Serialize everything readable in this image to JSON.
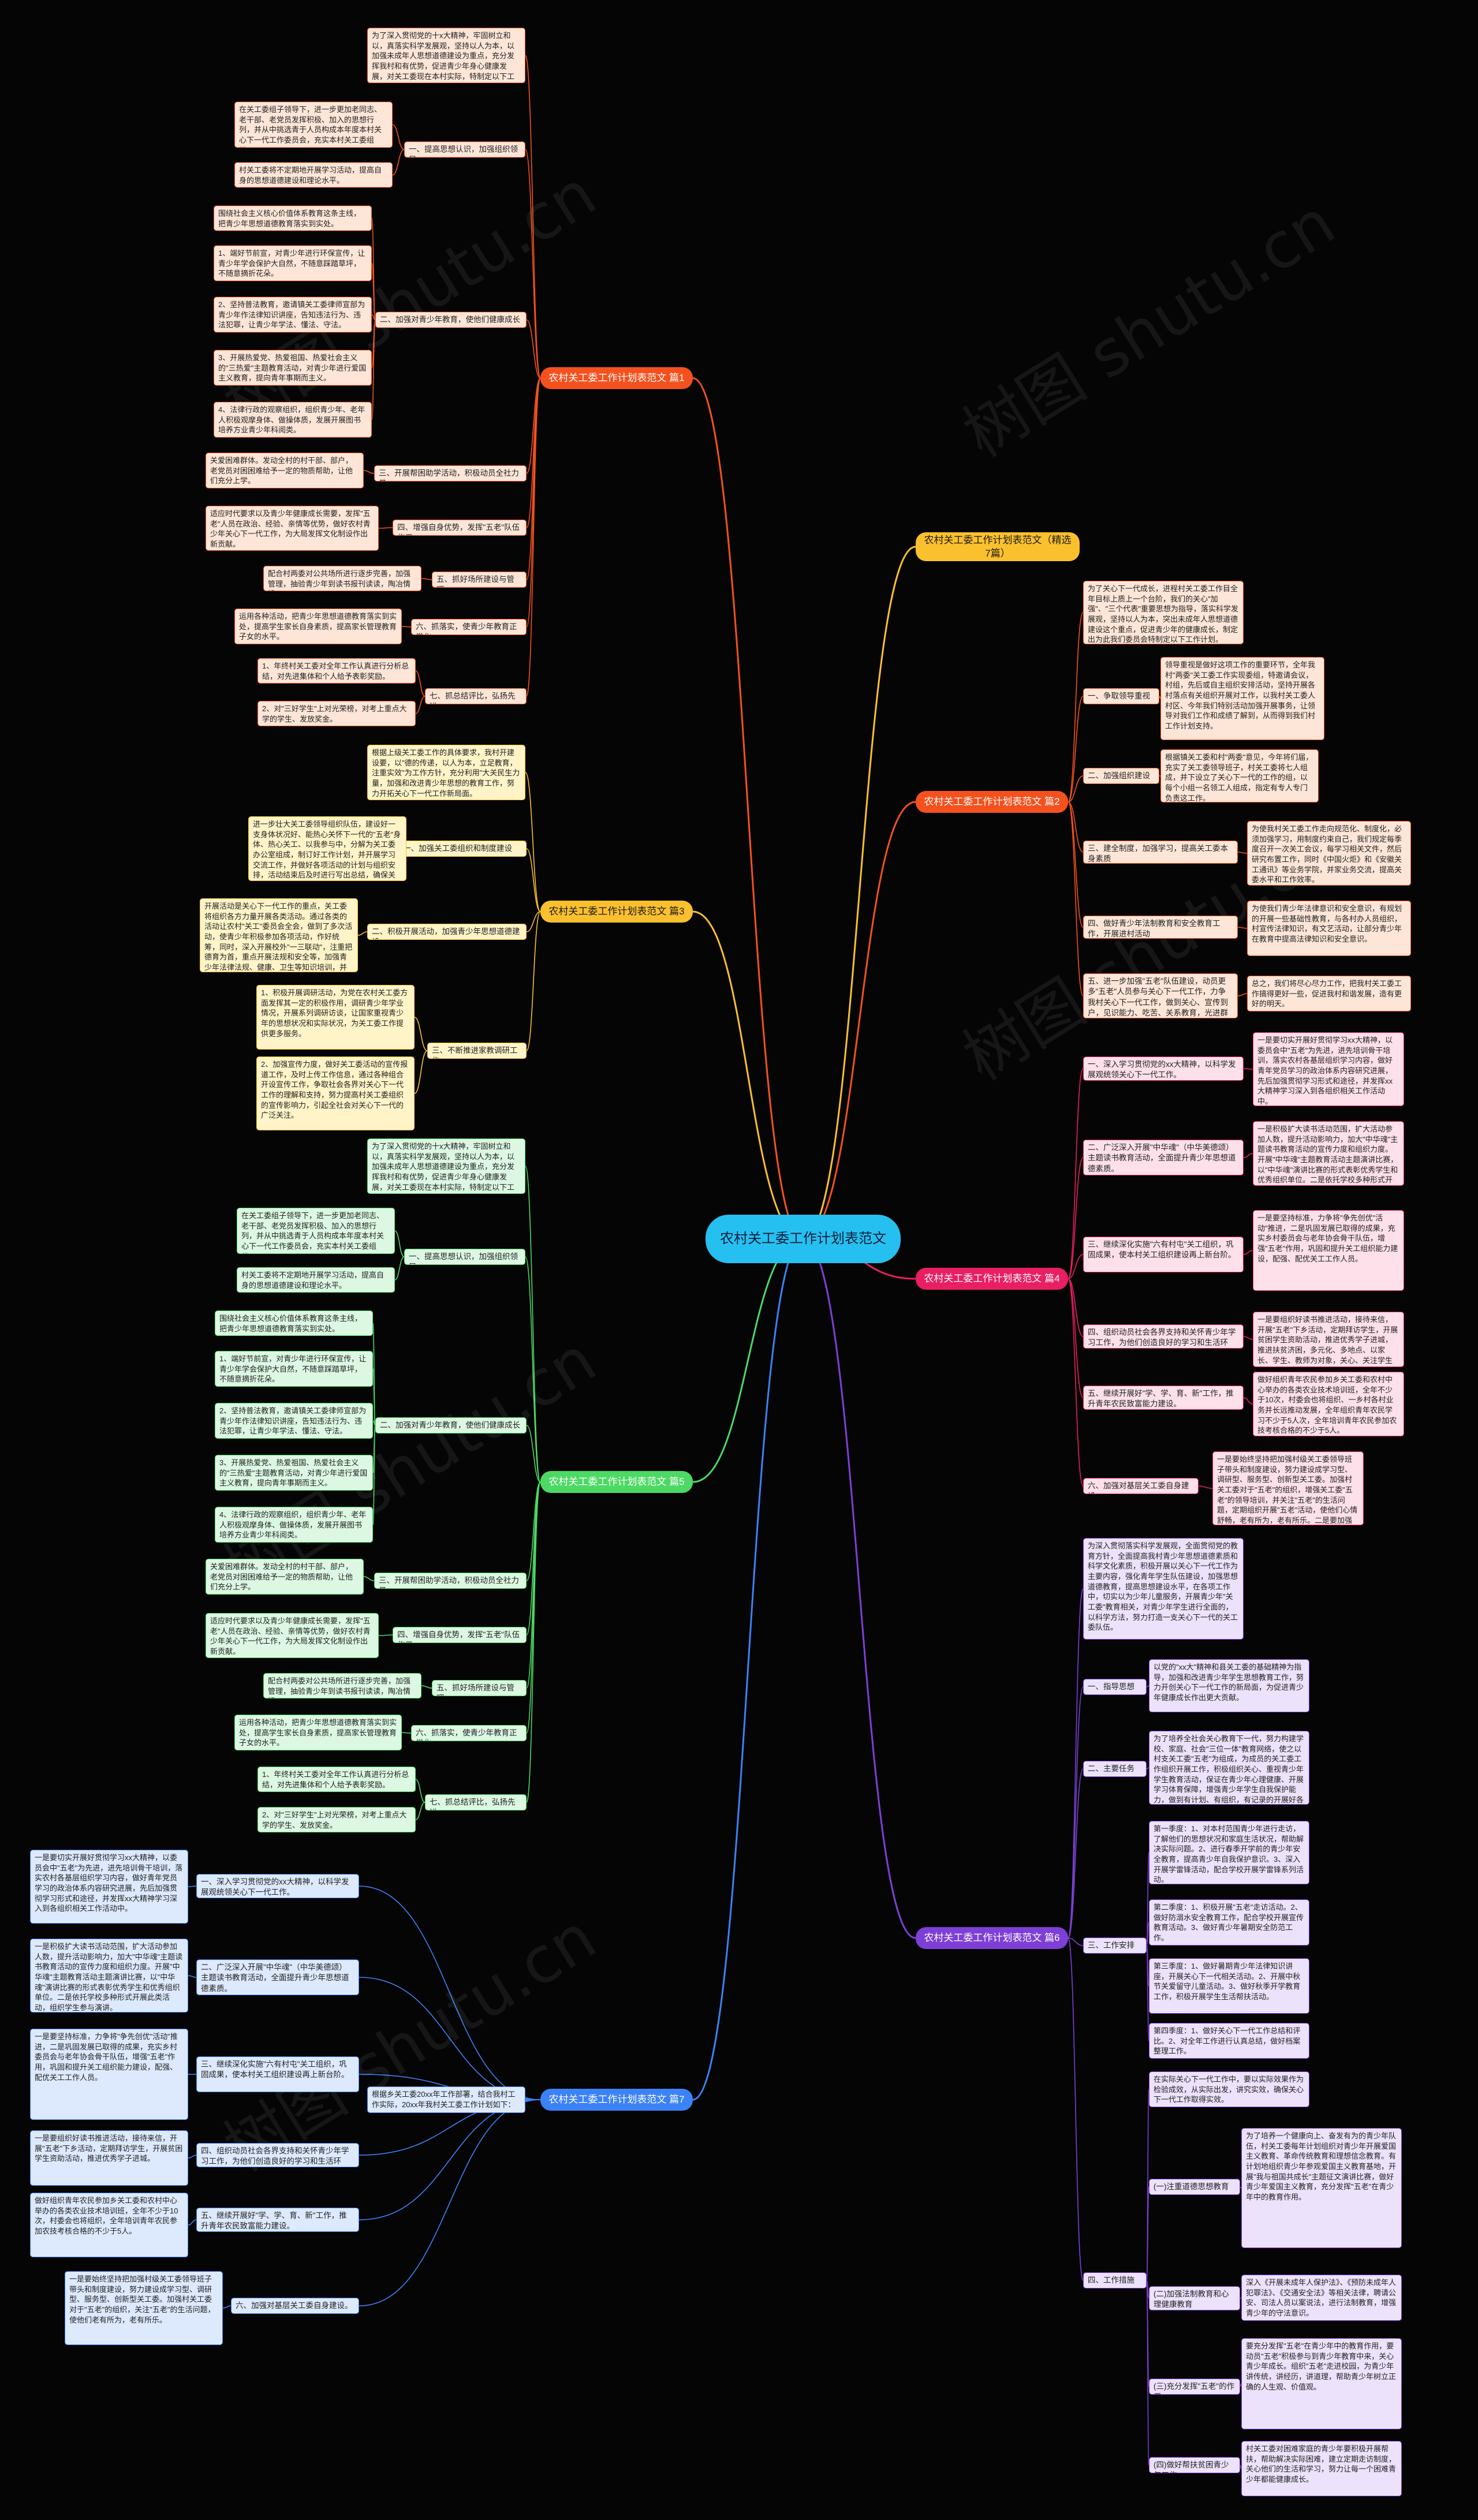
{
  "root": "农村关工委工作计划表范文",
  "watermark": "树图 shutu.cn",
  "colors": {
    "b1": "#f4511e",
    "b2": "#fbc02d",
    "b3": "#f4511e",
    "b4": "#fbc02d",
    "b5": "#e91e63",
    "b6": "#4cd964",
    "b7": "#7e3fd6",
    "b8": "#3b82f6"
  },
  "b1": {
    "title": "农村关工委工作计划表范文 篇1",
    "intro": "为了深入贯彻党的十x大精神，牢固树立和以，真落实科学发展观，坚持以人为本，以加强未成年人思想道德建设为重点，充分发挥我村和有优势，促进青少年身心健康发展，对关工委现在本村实际，特制定以下工作计划。",
    "s1": {
      "label": "一、提高思想认识，加强组织领导",
      "a": "在关工委组子领导下，进一步更加老同志、老干部、老党员发挥积极、加入的思想行列，并从中挑选青于人员构成本年度本村关心下一代工作委员会，充实本村关工委组织。",
      "b": "村关工委将不定期地开展学习活动，提高自身的思想道德建设和理论水平。"
    },
    "s2": {
      "label": "二、加强对青少年教育，使他们健康成长",
      "a": "围绕社会主义核心价值体系教育这条主线，把青少年思想道德教育落实到实处。",
      "b": "1、端好节前宣，对青少年进行环保宣传，让青少年学会保护大自然，不随意踩踏草坪，不随意摘折花朵。",
      "c": "2、坚持普法教育，邀请镇关工委律师宣部为青少年作法律知识讲座，告知违法行为、违法犯罪，让青少年学法、懂法、守法。",
      "d": "3、开展热爱党、热爱祖国、热爱社会主义的\"三热爱\"主题教育活动，对青少年进行爱国主义教育，提向青年事期而主义。",
      "e": "4、法律行政的观察组织，组织青少年、老年人积极观摩身体、做操体质，发展开展图书培养方业青少年科阅类。"
    },
    "s3": {
      "label": "三、开展帮困助学活动，积极动员全社力量",
      "a": "关爱困难群体。发动全村的村干部、部户，老党员对困困难给予一定的物质帮助，让他们充分上学。"
    },
    "s4": {
      "label": "四、增强自身优势，发挥\"五老\"队伍作用",
      "a": "适应时代要求以及青少年健康成长需要，发挥\"五老\"人员在政治、经验、亲情等优势，做好农村青少年关心下一代工作，为大局发挥文化制设作出新贡献。"
    },
    "s5": {
      "label": "五、抓好场所建设与管理",
      "a": "配合村两委对公共场所进行逐步完善，加强管理，抽验青少年到读书报刊读读，陶冶情操。"
    },
    "s6": {
      "label": "六、抓落实，使青少年教育正常化",
      "a": "运用各种活动，把青少年思想道德教育落实到实处，提高学生家长自身素质，提高家长管理教育子女的水平。"
    },
    "s7": {
      "label": "七、抓总结评比，弘扬先进",
      "a": "1、年终村关工委对全年工作认真进行分析总结，对先进集体和个人给予表彰奖励。",
      "b": "2、对\"三好学生\"上对光荣榜，对考上重点大学的学生、发放奖金。"
    }
  },
  "b2": {
    "title": "农村关工委工作计划表范文（精选7篇）"
  },
  "b3": {
    "title": "农村关工委工作计划表范文 篇2",
    "intro": "为了关心下一代成长，进程村关工委工作目全年目标上质上一个台阶，我们的关心\"加强\"、\"三个代表\"重要思想为指导，落实科学发展观，坚持以人为本，突出未成年人思想道德建设这个重点，促进青少年的健康成长，制定出为此我们委员会特制定以下工作计划。",
    "s1": {
      "label": "一、争取领导重视",
      "a": "领导重视是做好这项工作的重要环节，全年我村\"两委\"关工委工作实现委组，特邀请会议，村组，先后或自主组织安排活动，坚持开展各村落点有关组织开展对工作，以我村关工委人村区、今年我们特别活动加强开展事务，让领导对我们工作和成绩了解到，从而得到我们村工作计划支持。"
    },
    "s2": {
      "label": "二、加强组织建设",
      "a": "根据镇关工委和村\"两委\"意见，今年将们届，充实了关工委领导班子，村关工委将七人组成，并下设立了关心下一代的工作的组，以每个小组一名领工人组成，指定有专人专门负责这工作。"
    },
    "s3": {
      "label": "三、建全制度，加强学习，提高关工委本身素质",
      "a": "为使我村关工委工作走向规范化、制度化，必须加强学习，用制度约束自己，我们规定每季度召开一次关工会议，每学习相关文件，然后研究布置工作，同时《中国火炬》和《安徽关工通讯》等业务学院，并家业务交流，提高关委水平和工作效率。"
    },
    "s4": {
      "label": "四、做好青少年法制教育和安全教育工作，开展进村活动",
      "a": "为使我们青少年法律意识和安全意识，有规划的开展一些基础性教育，与各村办人员组织，村宣传法律知识，有文艺活动，让部分青少年在教育中提高法律知识和安全意识。"
    },
    "s5": {
      "label": "五、进一步加强\"五老\"队伍建设，动员更多\"五老\"人员参与关心下一代工作，力争我村关心下一代工作，做到关心、宣传到户，见识能力、吃苦、关系教育，光进群众团体，充分发挥自身组织，不断提高老人的觉悟，使我们村关工委领导发挥好的作用。",
      "a": "总之，我们将尽心尽力工作，把我村关工委工作搞得更好一些，促进我村和谐发展，造有更好的明天。"
    }
  },
  "b4": {
    "title": "农村关工委工作计划表范文 篇3",
    "intro": "根据上级关工委工作的具体要求，我村开建设要，以\"德的传递，以人为本，立足教育，注重实效\"为工作方针，充分利用\"大关民生力量，加强和改进青少年思想的教育工作，努力开拓关心下一代工作新局面。",
    "s1": {
      "label": "一、加强关工委组织和制度建设",
      "a": "进一步壮大关工委领导组织队伍，建设好一支身体状况好、能热心关怀下一代的\"五老\"身体、热心关工、以我参与中，分解为关工委办公室组成，制订好工作计划，并开展学习交流工作，并做好各项活动的计划与组织安排，活动结束后及时进行写出总结，确保关工委工作制度规范。"
    },
    "s2": {
      "label": "二、积极开展活动，加强青少年思想道德建设",
      "a": "开展活动是关心下一代工作的重点，关工委将组织各方力量开展各类活动。通过各类的活动让农村\"关工\"委员会全会，做到了多次活动，使青少年积极参加各项活动，作好统筹，同时，深入开展校外\"一三联动\"，注重把德育为首，重点开展法规和安全等，加强青少年法律法规、健康、卫生等知识培训，并以此为特殊活动，在为今年抓好青少年的的，以及组织以主题为由的教育活动。"
    },
    "s3": {
      "label": "三、不断推进家教调研工作",
      "a": "1、积极开展调研活动，为党在农村关工委方面发挥其一定的积极作用，调研青少年学业情况，开展系列调研访谈，让国家重视青少年的思想状况和实际状况，为关工委工作提供更多服务。",
      "b": "2、加强宣传力度，做好关工委活动的宣传报道工作，及时上传工作信息，通过各种组合开设宣传工作，争取社会各界对关心下一代工作的理解和支持，努力提高村关工委组织的宣传影响力，引起全社会对关心下一代的广泛关注。"
    }
  },
  "b5": {
    "title": "农村关工委工作计划表范文 篇4",
    "s1": {
      "label": "一、深入学习贯彻党的xx大精神，以科学发展观统领关心下一代工作。",
      "a": "一是要切实开展好贯彻学习xx大精神，以委员会中\"五老\"为先进，进先培训骨干培训，落实农村各基层组织学习内容，做好青年党员学习的政治体系内容研究进展，先后加强贯彻学习形式和途径，并发挥xx大精神学习深入到各组织相关工作活动中。"
    },
    "s2": {
      "label": "二、广泛深入开展\"中华魂\"（中华美德颂）主题读书教育活动，全面提升青少年思想道德素质。",
      "a": "一是积极扩大读书活动范围，扩大活动参加人数，提升活动影响力，加大\"中华魂\"主题读书教育活动的宣传力度和组织力度。开展\"中华魂\"主题教育活动主题演讲比赛，以\"中华魂\"演讲比赛的形式表彰优秀学生和优秀组织单位。二是依托学校多种形式开展此类活动，组织学生参与演讲，以及读书交流、进一步加强组织的作用，使青少年思想更加成熟。"
    },
    "s3": {
      "label": "三、继续深化实施\"六有村屯\"关工组织，巩固成果，使本村关工组织建设再上新台阶。",
      "a": "一是要坚持标准，力争将\"争先创优\"活动\"推进，二是巩固发展已取得的成果，充实乡村委员会与老年协会骨干队伍，增强\"五老\"作用，巩固和提升关工组织能力建设，配强、配优关工工作人员。"
    },
    "s4": {
      "label": "四、组织动员社会各界支持和关怀青少年学习工作，为他们创造良好的学习和生活环境。",
      "a": "一是要组织好读书推进活动，接待来信，开展\"五老\"下乡活动，定期拜访学生，开展贫困学生资助活动，推进优秀学子进城，推进扶贫济困，多元化、多地点、以家长、学生、教师为对象，关心、关注学生发展成长。"
    },
    "s5": {
      "label": "五、继续开展好\"学、学、育、新\"工作，推升青年农民致富能力建设。",
      "a": "做好组织青年农民参加乡关工委和农村中心举办的各类农业技术培训班，全年不少于10次，村委会也将组织、一乡村各村业务并长远推动发展，全年组织青年农民学习不少于5人次，全年培训青年农民参加农技考核合格的不少于5人。"
    },
    "s6": {
      "label": "六、加强对基层关工委自身建设。",
      "a": "一是要始终坚持把加强村级关工委领导班子带头和制度建设，努力建设成学习型、调研型、服务型、创新型关工委。加强村关工委对于\"五老\"的组织，增强关工委\"五老\"的领导培训，并关注\"五老\"的生活问题，定期组织开展\"五老\"活动，使他们心情舒畅，老有所为，老有所乐。二是要加强关工委自身建设，关工委将通过加强信息调研工作，对老同志交流进行了解，对老同志的工作和生活进行关心与支持，及时了解情况，给予帮助。"
    }
  },
  "b6": {
    "title": "农村关工委工作计划表范文 篇5",
    "intro": "为了深入贯彻党的十x大精神，牢固树立和以，真落实科学发展观，坚持以人为本，以加强未成年人思想道德建设为重点，充分发挥我村和有优势，促进青少年身心健康发展，对关工委现在本村实际，特制定以下工作计划。",
    "s1": {
      "label": "一、提高思想认识，加强组织领导",
      "a": "在关工委组子领导下，进一步更加老同志、老干部、老党员发挥积极、加入的思想行列，并从中挑选青于人员构成本年度本村关心下一代工作委员会，充实本村关工委组织。",
      "b": "村关工委将不定期地开展学习活动，提高自身的思想道德建设和理论水平。"
    },
    "s2": {
      "label": "二、加强对青少年教育，使他们健康成长",
      "a": "围绕社会主义核心价值体系教育这条主线，把青少年思想道德教育落实到实处。",
      "b": "1、端好节前宣，对青少年进行环保宣传，让青少年学会保护大自然，不随意踩踏草坪，不随意摘折花朵。",
      "c": "2、坚持普法教育，邀请镇关工委律师宣部为青少年作法律知识讲座，告知违法行为、违法犯罪，让青少年学法、懂法、守法。",
      "d": "3、开展热爱党、热爱祖国、热爱社会主义的\"三热爱\"主题教育活动，对青少年进行爱国主义教育，提向青年事期而主义。",
      "e": "4、法律行政的观察组织，组织青少年、老年人积极观摩身体、做操体质，发展开展图书培养方业青少年科阅类。"
    },
    "s3": {
      "label": "三、开展帮困助学活动，积极动员全社力量",
      "a": "关爱困难群体。发动全村的村干部、部户，老党员对困困难给予一定的物质帮助，让他们充分上学。"
    },
    "s4": {
      "label": "四、增强自身优势，发挥\"五老\"队伍作用",
      "a": "适应时代要求以及青少年健康成长需要，发挥\"五老\"人员在政治、经验、亲情等优势，做好农村青少年关心下一代工作，为大局发挥文化制设作出新贡献。"
    },
    "s5": {
      "label": "五、抓好场所建设与管理",
      "a": "配合村两委对公共场所进行逐步完善，加强管理，抽验青少年到读书报刊读读，陶冶情操。"
    },
    "s6": {
      "label": "六、抓落实，使青少年教育正常化",
      "a": "运用各种活动，把青少年思想道德教育落实到实处，提高学生家长自身素质，提高家长管理教育子女的水平。"
    },
    "s7": {
      "label": "七、抓总结评比，弘扬先进",
      "a": "1、年终村关工委对全年工作认真进行分析总结，对先进集体和个人给予表彰奖励。",
      "b": "2、对\"三好学生\"上对光荣榜，对考上重点大学的学生、发放奖金。"
    }
  },
  "b7": {
    "title": "农村关工委工作计划表范文 篇6",
    "intro": "为深入贯彻落实科学发展观，全面贯彻党的教育方针，全面提高我村青少年思想道德素质和科学文化素质，积极开展以关心下一代工作为主要内容，强化青年学生队伍建设，加强思想道德教育，提高思想建设水平，在各项工作中，切实以为少年儿童服务，开展青少年\"关工委\"教育相关，对青少年学生进行全面的，以科学方法，努力打造一支关心下一代的关工委队伍。",
    "s1": {
      "label": "一、指导思想",
      "a": "以党的\"xx大\"精神和县关工委的基础精神为指导，加强和改进青少年学生思想教育工作，努力开创关心下一代工作的新局面，为促进青少年健康成长作出更大贡献。"
    },
    "s2": {
      "label": "二、主要任务",
      "a": "为了培养全社会关心教育下一代，努力构建学校、家庭、社会\"三位一体\"教育网络，使之以村支关工委\"五老\"为组成，为成员的关工委工作组织开展工作，积极组织关心、重视青少年学生教育活动，保证在青少年心理健康、开展学习体育保障，增强青少年学生自我保护能力，做到有计划、有组织，有记录的开展好各项工作。"
    },
    "s3": {
      "label": "三、工作安排",
      "a": "第一季度：1、对本村范围青少年进行走访，了解他们的思想状况和家庭生活状况，帮助解决实际问题。2、进行春季开学前的青少年安全教育，提高青少年自我保护意识。3、深入开展学雷锋活动，配合学校开展学雷锋系列活动。",
      "b": "第二季度：1、积极开展\"五老\"走访活动。2、做好防溺水安全教育工作，配合学校开展宣传教育活动。3、做好青少年暑期安全防范工作。",
      "c": "第三季度：1、做好暑期青少年法律知识讲座，开展关心下一代相关活动。2、开展中秋节关爱留守儿童活动。3、做好秋季开学教育工作，积极开展学生生活帮扶活动。",
      "d": "第四季度：1、做好关心下一代工作总结和评比。2、对全年工作进行认真总结，做好档案整理工作。"
    },
    "s4": {
      "label": "四、工作措施",
      "a": "在实际关心下一代工作中，要以实际效果作为检验成效，从实际出发，讲究实效，确保关心下一代工作取得实效。",
      "b": "(一)注重道德思想教育",
      "b1": "为了培养一个健康向上、奋发有为的青少年队伍，村关工委每年计划组织对青少年开展爱国主义教育、革命传统教育和理想信念教育。有计划地组织青少年参观爱国主义教育基地，开展\"我与祖国共成长\"主题征文演讲比赛，做好青少年爱国主义教育，充分发挥\"五老\"在青少年中的教育作用。",
      "c": "(二)加强法制教育和心理健康教育",
      "c1": "深入《开展未成年人保护法》、《预防未成年人犯罪法》、《交通安全法》等相关法律，聘请公安、司法人员以案说法，进行法制教育，增强青少年的守法意识。",
      "d": "(三)充分发挥\"五老\"的作用",
      "d1": "要充分发挥\"五老\"在青少年中的教育作用，要动员\"五老\"积极参与到青少年教育中来，关心青少年成长。组织\"五老\"走进校园，为青少年讲传统，讲经历，讲道理，帮助青少年树立正确的人生观、价值观。",
      "e": "(四)做好帮扶贫困青少年工作",
      "e1": "村关工委对困难家庭的青少年要积极开展帮扶，帮助解决实际困难，建立定期走访制度，关心他们的生活和学习，努力让每一个困难青少年都能健康成长。"
    }
  },
  "b8": {
    "title": "农村关工委工作计划表范文 篇7",
    "intro": "根据乡关工委20xx年工作部署，结合我村工作实际，20xx年我村关工委工作计划如下：",
    "s1": {
      "label": "一、深入学习贯彻党的xx大精神，以科学发展观统领关心下一代工作。",
      "a": "一是要切实开展好贯彻学习xx大精神，以委员会中\"五老\"为先进，进先培训骨干培训，落实农村各基层组织学习内容，做好青年党员学习的政治体系内容研究进展，先后加强贯彻学习形式和途径，并发挥xx大精神学习深入到各组织相关工作活动中。"
    },
    "s2": {
      "label": "二、广泛深入开展\"中华魂\"（中华美德颂）主题读书教育活动，全面提升青少年思想道德素质。",
      "a": "一是积极扩大读书活动范围，扩大活动参加人数，提升活动影响力，加大\"中华魂\"主题读书教育活动的宣传力度和组织力度。开展\"中华魂\"主题教育活动主题演讲比赛，以\"中华魂\"演讲比赛的形式表彰优秀学生和优秀组织单位。二是依托学校多种形式开展此类活动，组织学生参与演讲。"
    },
    "s3": {
      "label": "三、继续深化实施\"六有村屯\"关工组织，巩固成果，使本村关工组织建设再上新台阶。",
      "a": "一是要坚持标准，力争将\"争先创优\"活动\"推进，二是巩固发展已取得的成果，充实乡村委员会与老年协会骨干队伍，增强\"五老\"作用，巩固和提升关工组织能力建设，配强、配优关工工作人员。"
    },
    "s4": {
      "label": "四、组织动员社会各界支持和关怀青少年学习工作，为他们创造良好的学习和生活环境。",
      "a": "一是要组织好读书推进活动，接待来信，开展\"五老\"下乡活动，定期拜访学生，开展贫困学生资助活动，推进优秀学子进城。"
    },
    "s5": {
      "label": "五、继续开展好\"学、学、育、新\"工作，推升青年农民致富能力建设。",
      "a": "做好组织青年农民参加乡关工委和农村中心举办的各类农业技术培训班，全年不少于10次，村委会也将组织，全年培训青年农民参加农技考核合格的不少于5人。"
    },
    "s6": {
      "label": "六、加强对基层关工委自身建设。",
      "a": "一是要始终坚持把加强村级关工委领导班子带头和制度建设，努力建设成学习型、调研型、服务型、创新型关工委。加强村关工委对于\"五老\"的组织，关注\"五老\"的生活问题，使他们老有所为，老有所乐。"
    }
  }
}
